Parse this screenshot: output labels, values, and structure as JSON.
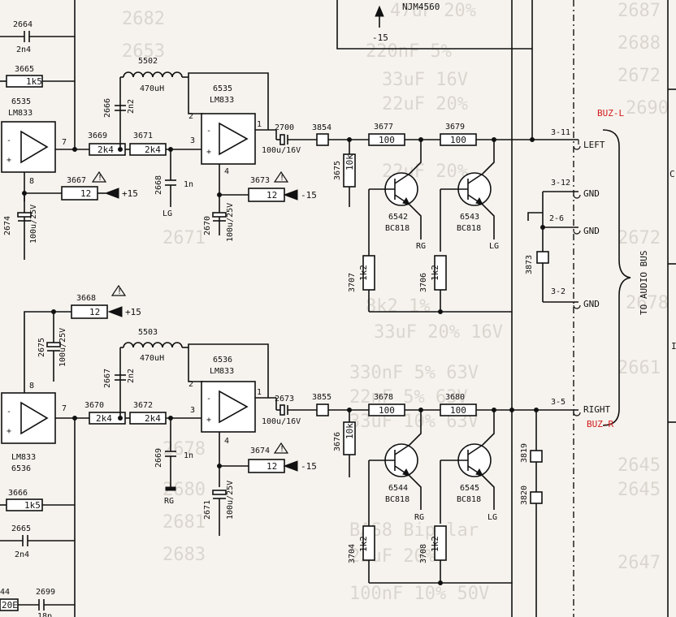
{
  "top_ic": {
    "name": "NJM4560",
    "supply": "-15"
  },
  "upper": {
    "opamp_left": {
      "ref": "6535",
      "type": "LM833",
      "pin_out": "7",
      "pin_low": "8"
    },
    "c_2664": {
      "ref": "2664",
      "value": "2n4"
    },
    "r_3665": {
      "ref": "3665",
      "value": "1k5"
    },
    "r_3669": {
      "ref": "3669",
      "value": "2k4"
    },
    "r_3671": {
      "ref": "3671",
      "value": "2k4"
    },
    "l_5502": {
      "ref": "5502",
      "value": "470uH"
    },
    "c_2666": {
      "ref": "2666",
      "value": "2n2"
    },
    "c_2668": {
      "ref": "2668",
      "value": "1n"
    },
    "opamp_mid": {
      "ref": "6535",
      "type": "LM833",
      "pin2": "2",
      "pin3": "3",
      "pin1": "1",
      "pin4": "4"
    },
    "r_3667": {
      "ref": "3667",
      "value": "12"
    },
    "r_3673": {
      "ref": "3673",
      "value": "12"
    },
    "c_2674": {
      "ref": "2674",
      "value": "100u/25V"
    },
    "c_2670": {
      "ref": "2670",
      "value": "100u/25V"
    },
    "c_2700": {
      "ref": "2700",
      "value": "100u/16V"
    },
    "j_3854": "3854",
    "r_3675": {
      "ref": "3675",
      "value": "10k"
    },
    "r_3677": {
      "ref": "3677",
      "value": "100"
    },
    "r_3679": {
      "ref": "3679",
      "value": "100"
    },
    "t_6542": {
      "ref": "6542",
      "type": "BC818"
    },
    "t_6543": {
      "ref": "6543",
      "type": "BC818"
    },
    "r_3707": {
      "ref": "3707",
      "value": "1k2"
    },
    "r_3706": {
      "ref": "3706",
      "value": "1k2"
    },
    "plus15": "+15",
    "minus15": "-15",
    "lg": "LG",
    "rg": "RG"
  },
  "lower": {
    "opamp_left": {
      "ref": "6536",
      "type": "LM833",
      "pin_out": "7",
      "pin_top": "8"
    },
    "r_3668": {
      "ref": "3668",
      "value": "12"
    },
    "c_2675": {
      "ref": "2675",
      "value": "100u/25V"
    },
    "r_3670": {
      "ref": "3670",
      "value": "2k4"
    },
    "r_3672": {
      "ref": "3672",
      "value": "2k4"
    },
    "l_5503": {
      "ref": "5503",
      "value": "470uH"
    },
    "c_2667": {
      "ref": "2667",
      "value": "2n2"
    },
    "c_2669": {
      "ref": "2669",
      "value": "1n"
    },
    "opamp_mid": {
      "ref": "6536",
      "type": "LM833",
      "pin2": "2",
      "pin3": "3",
      "pin1": "1",
      "pin4": "4"
    },
    "r_3674": {
      "ref": "3674",
      "value": "12"
    },
    "c_2671": {
      "ref": "2671",
      "value": "100u/25V"
    },
    "c_2673": {
      "ref": "2673",
      "value": "100u/16V"
    },
    "j_3855": "3855",
    "r_3676": {
      "ref": "3676",
      "value": "10k"
    },
    "r_3678": {
      "ref": "3678",
      "value": "100"
    },
    "r_3680": {
      "ref": "3680",
      "value": "100"
    },
    "t_6544": {
      "ref": "6544",
      "type": "BC818"
    },
    "t_6545": {
      "ref": "6545",
      "type": "BC818"
    },
    "r_3704": {
      "ref": "3704",
      "value": "1k2"
    },
    "r_3708": {
      "ref": "3708",
      "value": "1k2"
    },
    "r_3666": {
      "ref": "3666",
      "value": "1k5"
    },
    "c_2665": {
      "ref": "2665",
      "value": "2n4"
    },
    "c_2699": {
      "ref": "2699",
      "value": "18p"
    },
    "r_3644": {
      "ref": "44",
      "value": "20E"
    },
    "plus15": "+15",
    "minus15": "-15",
    "lg": "LG",
    "rg": "RG"
  },
  "connector": {
    "pins": [
      {
        "pin": "3-11",
        "signal": "LEFT"
      },
      {
        "pin": "3-12",
        "signal": "GND"
      },
      {
        "pin": "2-6",
        "signal": "GND"
      },
      {
        "pin": "3-2",
        "signal": "GND"
      },
      {
        "pin": "3-5",
        "signal": "RIGHT"
      }
    ],
    "r_3873": "3873",
    "r_3819": "3819",
    "r_3820": "3820",
    "bus_label": "TO AUDIO BUS",
    "buz_l": "BUZ-L",
    "buz_r": "BUZ-R"
  },
  "colors": {
    "ink": "#111111",
    "paper": "#f6f3ee",
    "annotation": "#d11a1a"
  }
}
